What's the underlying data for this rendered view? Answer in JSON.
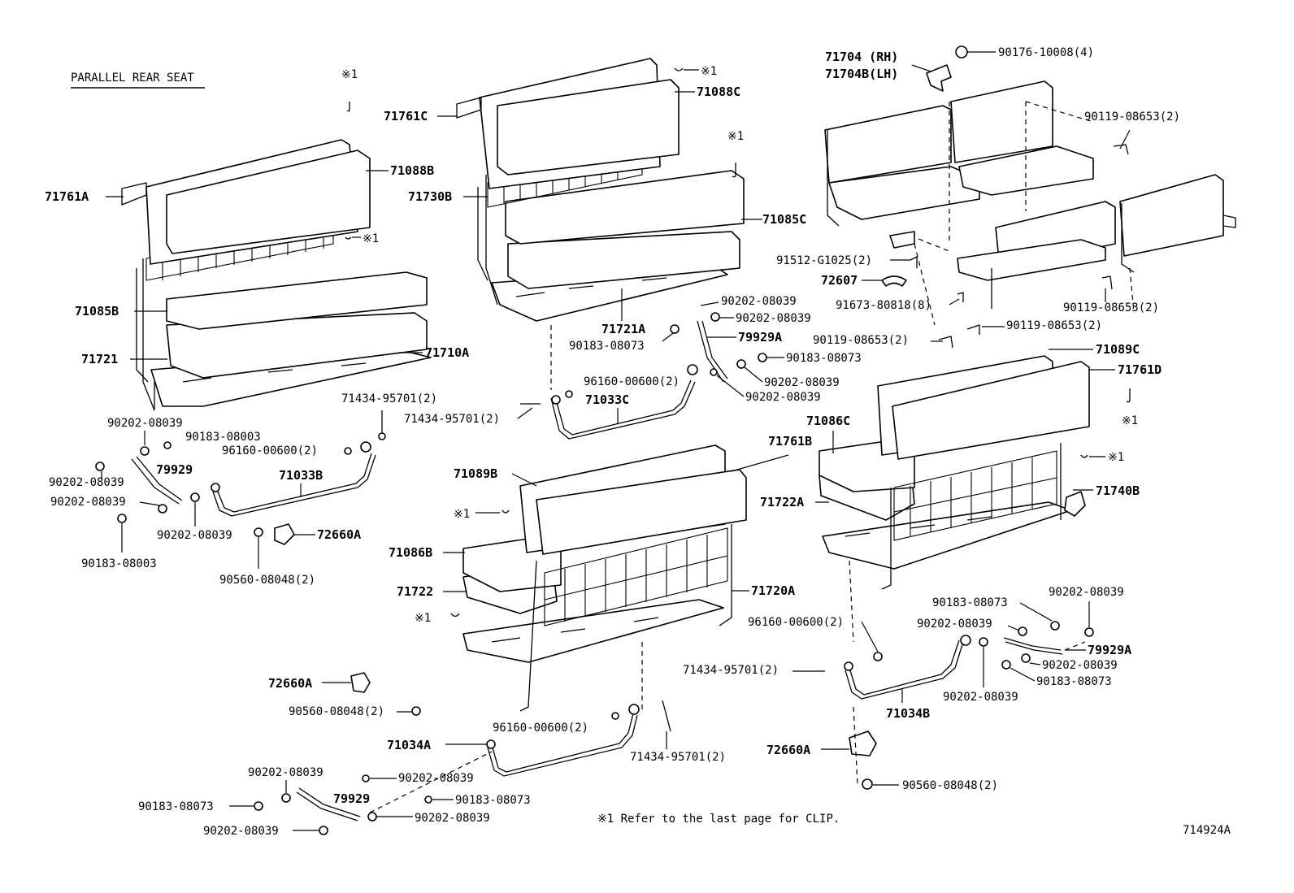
{
  "title": "PARALLEL REAR SEAT",
  "figure_id": "714924A",
  "footnote": "※1  Refer to the last page for CLIP.",
  "clip_mark": "※1",
  "labels": {
    "p71761A": "71761A",
    "p71088B": "71088B",
    "p71085B": "71085B",
    "p71721": "71721",
    "p71710A": "71710A",
    "p71761C": "71761C",
    "p71088C": "71088C",
    "p71730B": "71730B",
    "p71085C": "71085C",
    "p71721A": "71721A",
    "p71704": "71704 (RH)",
    "p71704B": "71704B(LH)",
    "p90176_10008": "90176-10008(4)",
    "p90119_a": "90119-08653(2)",
    "p91512": "91512-G1025(2)",
    "p72607": "72607",
    "p91673": "91673-80818(8)",
    "p90119_b": "90119-08653(2)",
    "p90119_c": "90119-08653(2)",
    "p90119_d": "90119-08653(2)",
    "p90202_t1": "90202-08039",
    "p90202_t2": "90202-08039",
    "p79929A_t": "79929A",
    "p90183_t1": "90183-08073",
    "p90183_t2": "90183-08073",
    "p90202_t3": "90202-08039",
    "p90202_t4": "90202-08039",
    "p96160_c": "96160-00600(2)",
    "p71434_c": "71434-95701(2)",
    "p71033C": "71033C",
    "p71089C": "71089C",
    "p71761D": "71761D",
    "p71086C": "71086C",
    "p71761B": "71761B",
    "p71722A": "71722A",
    "p71740B": "71740B",
    "p71089B": "71089B",
    "p71086B": "71086B",
    "p71722": "71722",
    "p71720A": "71720A",
    "p71434_l": "71434-95701(2)",
    "p90202_l1": "90202-08039",
    "p90183_l1": "90183-08003",
    "p96160_l": "96160-00600(2)",
    "p79929_l": "79929",
    "p71033B": "71033B",
    "p90202_l2": "90202-08039",
    "p90202_l3": "90202-08039",
    "p90202_l4": "90202-08039",
    "p72660A_l": "72660A",
    "p90183_l2": "90183-08003",
    "p90560_l": "90560-08048(2)",
    "p72660A_m": "72660A",
    "p90560_m": "90560-08048(2)",
    "p96160_m": "96160-00600(2)",
    "p71434_m": "71434-95701(2)",
    "p71034A": "71034A",
    "p90202_m1": "90202-08039",
    "p90202_m2": "90202-08039",
    "p90183_m1": "90183-08073",
    "p79929_m": "79929",
    "p90183_m2": "90183-08073",
    "p90202_m3": "90202-08039",
    "p90202_m4": "90202-08039",
    "p96160_r": "96160-00600(2)",
    "p90183_r1": "90183-08073",
    "p90202_r1": "90202-08039",
    "p90202_r2": "90202-08039",
    "p71434_r": "71434-95701(2)",
    "p79929A_r": "79929A",
    "p90202_r3": "90202-08039",
    "p90183_r2": "90183-08073",
    "p90202_r4": "90202-08039",
    "p71034B": "71034B",
    "p72660A_r": "72660A",
    "p90560_r": "90560-08048(2)"
  }
}
